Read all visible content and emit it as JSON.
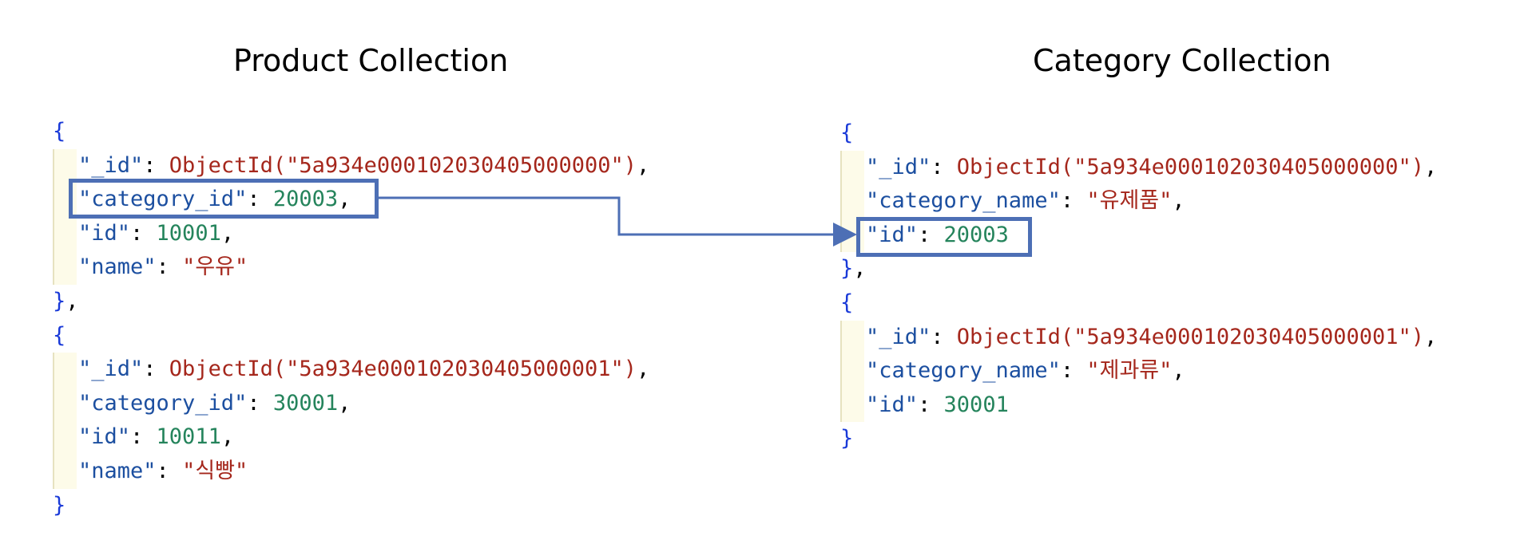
{
  "titles": {
    "product": "Product Collection",
    "category": "Category Collection"
  },
  "product": [
    {
      "id_key": "\"_id\"",
      "objectid_prefix": "ObjectId(",
      "objectid_value": "\"5a934e000102030405000000\"",
      "objectid_suffix": ")",
      "category_id_key": "\"category_id\"",
      "category_id_value": "20003",
      "id_field_key": "\"id\"",
      "id_field_value": "10001",
      "name_key": "\"name\"",
      "name_value": "\"우유\""
    },
    {
      "id_key": "\"_id\"",
      "objectid_prefix": "ObjectId(",
      "objectid_value": "\"5a934e000102030405000001\"",
      "objectid_suffix": ")",
      "category_id_key": "\"category_id\"",
      "category_id_value": "30001",
      "id_field_key": "\"id\"",
      "id_field_value": "10011",
      "name_key": "\"name\"",
      "name_value": "\"식빵\""
    }
  ],
  "category": [
    {
      "id_key": "\"_id\"",
      "objectid_prefix": "ObjectId(",
      "objectid_value": "\"5a934e000102030405000000\"",
      "objectid_suffix": ")",
      "category_name_key": "\"category_name\"",
      "category_name_value": "\"유제품\"",
      "id_field_key": "\"id\"",
      "id_field_value": "20003"
    },
    {
      "id_key": "\"_id\"",
      "objectid_prefix": "ObjectId(",
      "objectid_value": "\"5a934e000102030405000001\"",
      "objectid_suffix": ")",
      "category_name_key": "\"category_name\"",
      "category_name_value": "\"제과류\"",
      "id_field_key": "\"id\"",
      "id_field_value": "30001"
    }
  ],
  "syntax": {
    "open": "{",
    "close": "}",
    "close_comma": "},",
    "colon": ": ",
    "comma": ","
  },
  "colors": {
    "highlight": "#4d6fb5",
    "brace": "#1a3ad8",
    "key": "#1c4fa0",
    "string": "#a5271c",
    "number": "#25845c"
  }
}
